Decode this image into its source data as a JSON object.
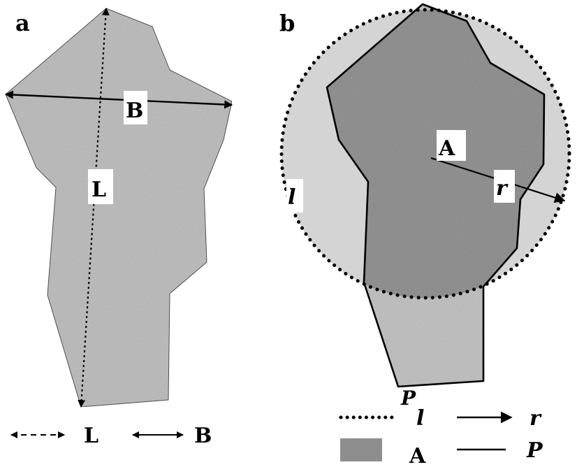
{
  "panels": {
    "a": {
      "letter": "a",
      "labels": {
        "B": "B",
        "L": "L"
      }
    },
    "b": {
      "letter": "b",
      "labels": {
        "A": "A",
        "r": "r",
        "l": "l",
        "P": "P"
      }
    }
  },
  "legend_a": {
    "L": "L",
    "B": "B"
  },
  "legend_b": {
    "l": "l",
    "r": "r",
    "A": "A",
    "P": "P"
  },
  "colors": {
    "grain_fill": "#c6c6c6",
    "circle_fill": "#d4d4d4",
    "projected_fill": "#9a9a9a",
    "stroke": "#000000"
  }
}
